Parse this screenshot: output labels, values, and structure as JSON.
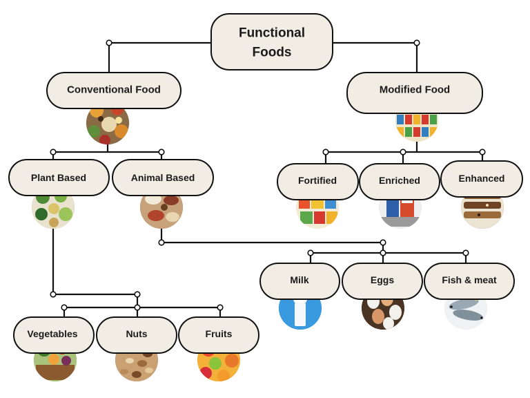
{
  "colors": {
    "node_fill": "#f2ede4",
    "node_stroke": "#111111",
    "line": "#111111"
  },
  "nodes": {
    "root": {
      "line1": "Functional",
      "line2": "Foods"
    },
    "conventional": {
      "label": "Conventional Food",
      "icon": "mixed-foods-icon"
    },
    "modified": {
      "label": "Modified  Food",
      "icon": "packaged-products-icon"
    },
    "plant": {
      "label": "Plant Based",
      "icon": "vegetables-icon"
    },
    "animal": {
      "label": "Animal Based",
      "icon": "meat-nuts-icon"
    },
    "fortified": {
      "label": "Fortified",
      "icon": "cereal-boxes-icon"
    },
    "enriched": {
      "label": "Enriched",
      "icon": "protein-carton-icon"
    },
    "enhanced": {
      "label": "Enhanced",
      "icon": "granola-bars-icon"
    },
    "milk": {
      "label": "Milk",
      "icon": "milk-splash-icon"
    },
    "eggs": {
      "label": "Eggs",
      "icon": "eggs-icon"
    },
    "fish": {
      "label": "Fish & meat",
      "icon": "fish-icon"
    },
    "vegetables": {
      "label": "Vegetables",
      "icon": "vegetable-basket-icon"
    },
    "nuts": {
      "label": "Nuts",
      "icon": "nuts-icon"
    },
    "fruits": {
      "label": "Fruits",
      "icon": "fruits-icon"
    }
  }
}
